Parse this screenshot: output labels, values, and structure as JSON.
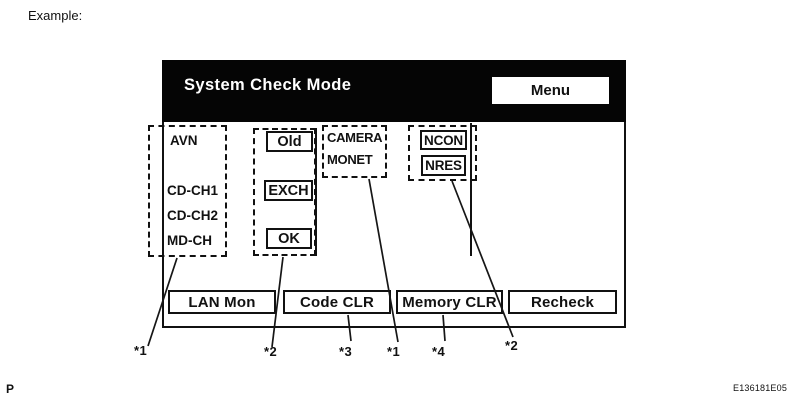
{
  "page": {
    "example_label": "Example:",
    "page_marker": "P",
    "figure_code": "E136181E05"
  },
  "screen": {
    "title": "System Check Mode",
    "menu_button_label": "Menu",
    "system_list": {
      "items": [
        "AVN",
        "CD-CH1",
        "CD-CH2",
        "MD-CH"
      ]
    },
    "status_buttons": {
      "old": "Old",
      "exch": "EXCH",
      "ok": "OK"
    },
    "device_list": {
      "items": [
        "CAMERA",
        "MONET"
      ]
    },
    "network_buttons": {
      "ncon": "NCON",
      "nres": "NRES"
    },
    "bottom_buttons": {
      "lan_mon": "LAN Mon",
      "code_clr": "Code CLR",
      "memory_clr": "Memory CLR",
      "recheck": "Recheck"
    }
  },
  "callout_labels": {
    "c1": "*1",
    "c2": "*2",
    "c3": "*3",
    "c4": "*1",
    "c5": "*4",
    "c6": "*2"
  },
  "colors": {
    "header_bg": "#000000",
    "screen_bg": "#ffffff",
    "text": "#000000"
  }
}
